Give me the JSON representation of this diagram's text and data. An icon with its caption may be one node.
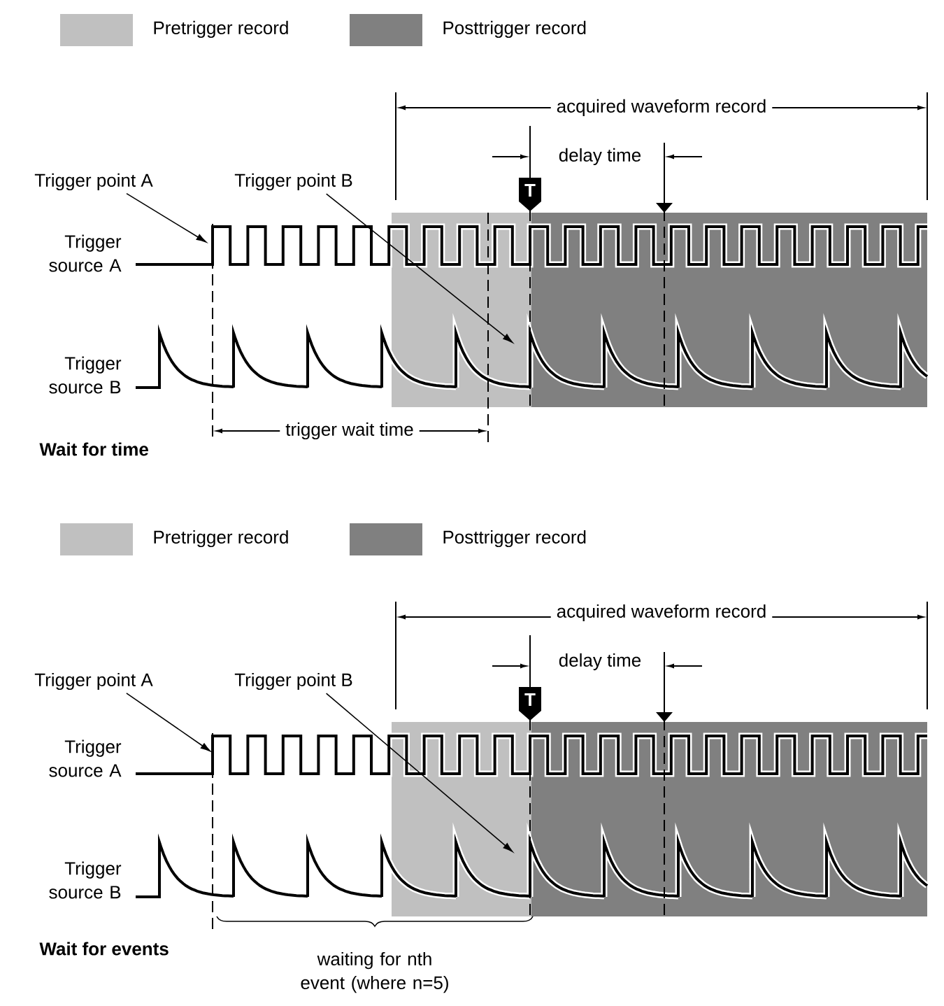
{
  "diagram": {
    "nodes": [
      {
        "text": [
          "Trigger point A"
        ]
      },
      {
        "text": [
          "Trigger point B"
        ]
      },
      {
        "text": [
          "Trigger point A"
        ]
      },
      {
        "text": [
          "Trigger point B"
        ]
      }
    ],
    "edges": [
      {
        "from": 0,
        "to": null,
        "arrow": "to"
      },
      {
        "from": 1,
        "to": null,
        "arrow": "to"
      },
      {
        "from": 2,
        "to": null,
        "arrow": "to"
      },
      {
        "from": 3,
        "to": null,
        "arrow": "to"
      }
    ],
    "labels": [
      "acquired waveform record",
      "delay time",
      "T",
      "Trigger source A",
      "Trigger source B",
      "trigger wait time",
      "Wait for time",
      "acquired waveform record",
      "delay time",
      "T",
      "Trigger source A",
      "Trigger source B",
      "Wait for events",
      "waiting for nth event (where n=5)"
    ],
    "legend": [
      {
        "text": "Pretrigger record",
        "color": "#c0c0c0"
      },
      {
        "text": "Posttrigger record",
        "color": "#808080"
      },
      {
        "text": "Pretrigger record",
        "color": "#c0c0c0"
      },
      {
        "text": "Posttrigger record",
        "color": "#808080"
      }
    ]
  }
}
